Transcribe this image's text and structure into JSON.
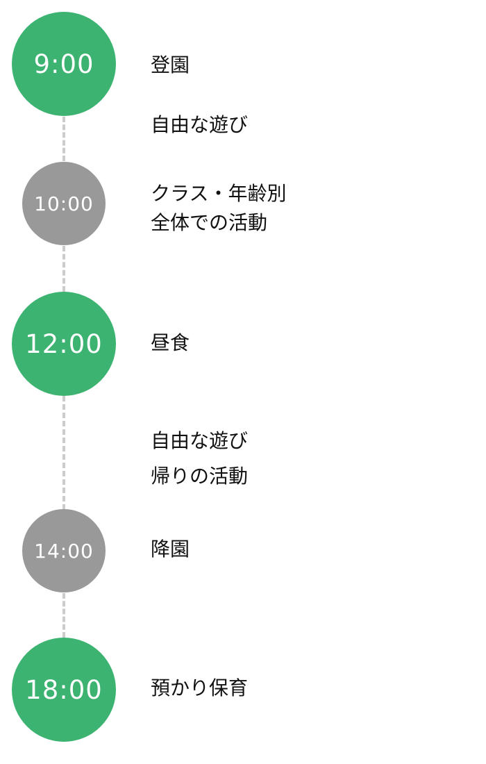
{
  "colors": {
    "primary": "#3cb371",
    "secondary": "#999999",
    "line": "#cccccc",
    "text": "#111111"
  },
  "schedule": [
    {
      "time": "9:00",
      "emphasis": "primary",
      "labels": [
        "登園",
        "自由な遊び"
      ]
    },
    {
      "time": "10:00",
      "emphasis": "secondary",
      "labels": [
        "クラス・年齢別",
        "全体での活動"
      ]
    },
    {
      "time": "12:00",
      "emphasis": "primary",
      "labels": [
        "昼食",
        "自由な遊び",
        "帰りの活動"
      ]
    },
    {
      "time": "14:00",
      "emphasis": "secondary",
      "labels": [
        "降園"
      ]
    },
    {
      "time": "18:00",
      "emphasis": "primary",
      "labels": [
        "預かり保育"
      ]
    }
  ]
}
